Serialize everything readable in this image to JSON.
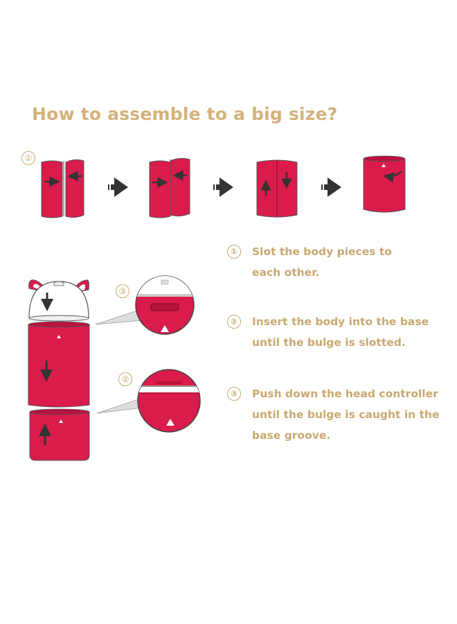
{
  "title": "How to assemble to a big size?",
  "row_step": "①",
  "callout_steps": [
    "③",
    "②"
  ],
  "instructions": [
    {
      "num": "①",
      "lines": [
        "Slot the body pieces to",
        "each other."
      ]
    },
    {
      "num": "②",
      "lines": [
        "Insert the body into the base",
        "until the bulge is slotted."
      ]
    },
    {
      "num": "③",
      "lines": [
        "Push down the head controller",
        "until the bulge is caught in the",
        "base groove."
      ]
    }
  ],
  "colors": {
    "body": "#d91c4b",
    "body_dark": "#b8143d",
    "outline": "#333333",
    "text": "#c9a870",
    "title": "#d4b27a",
    "arrow": "#333333"
  },
  "icons": [
    "right-arrow-icon",
    "up-arrow-icon",
    "down-arrow-icon",
    "curved-arrow-icon",
    "triangle-marker-icon"
  ]
}
